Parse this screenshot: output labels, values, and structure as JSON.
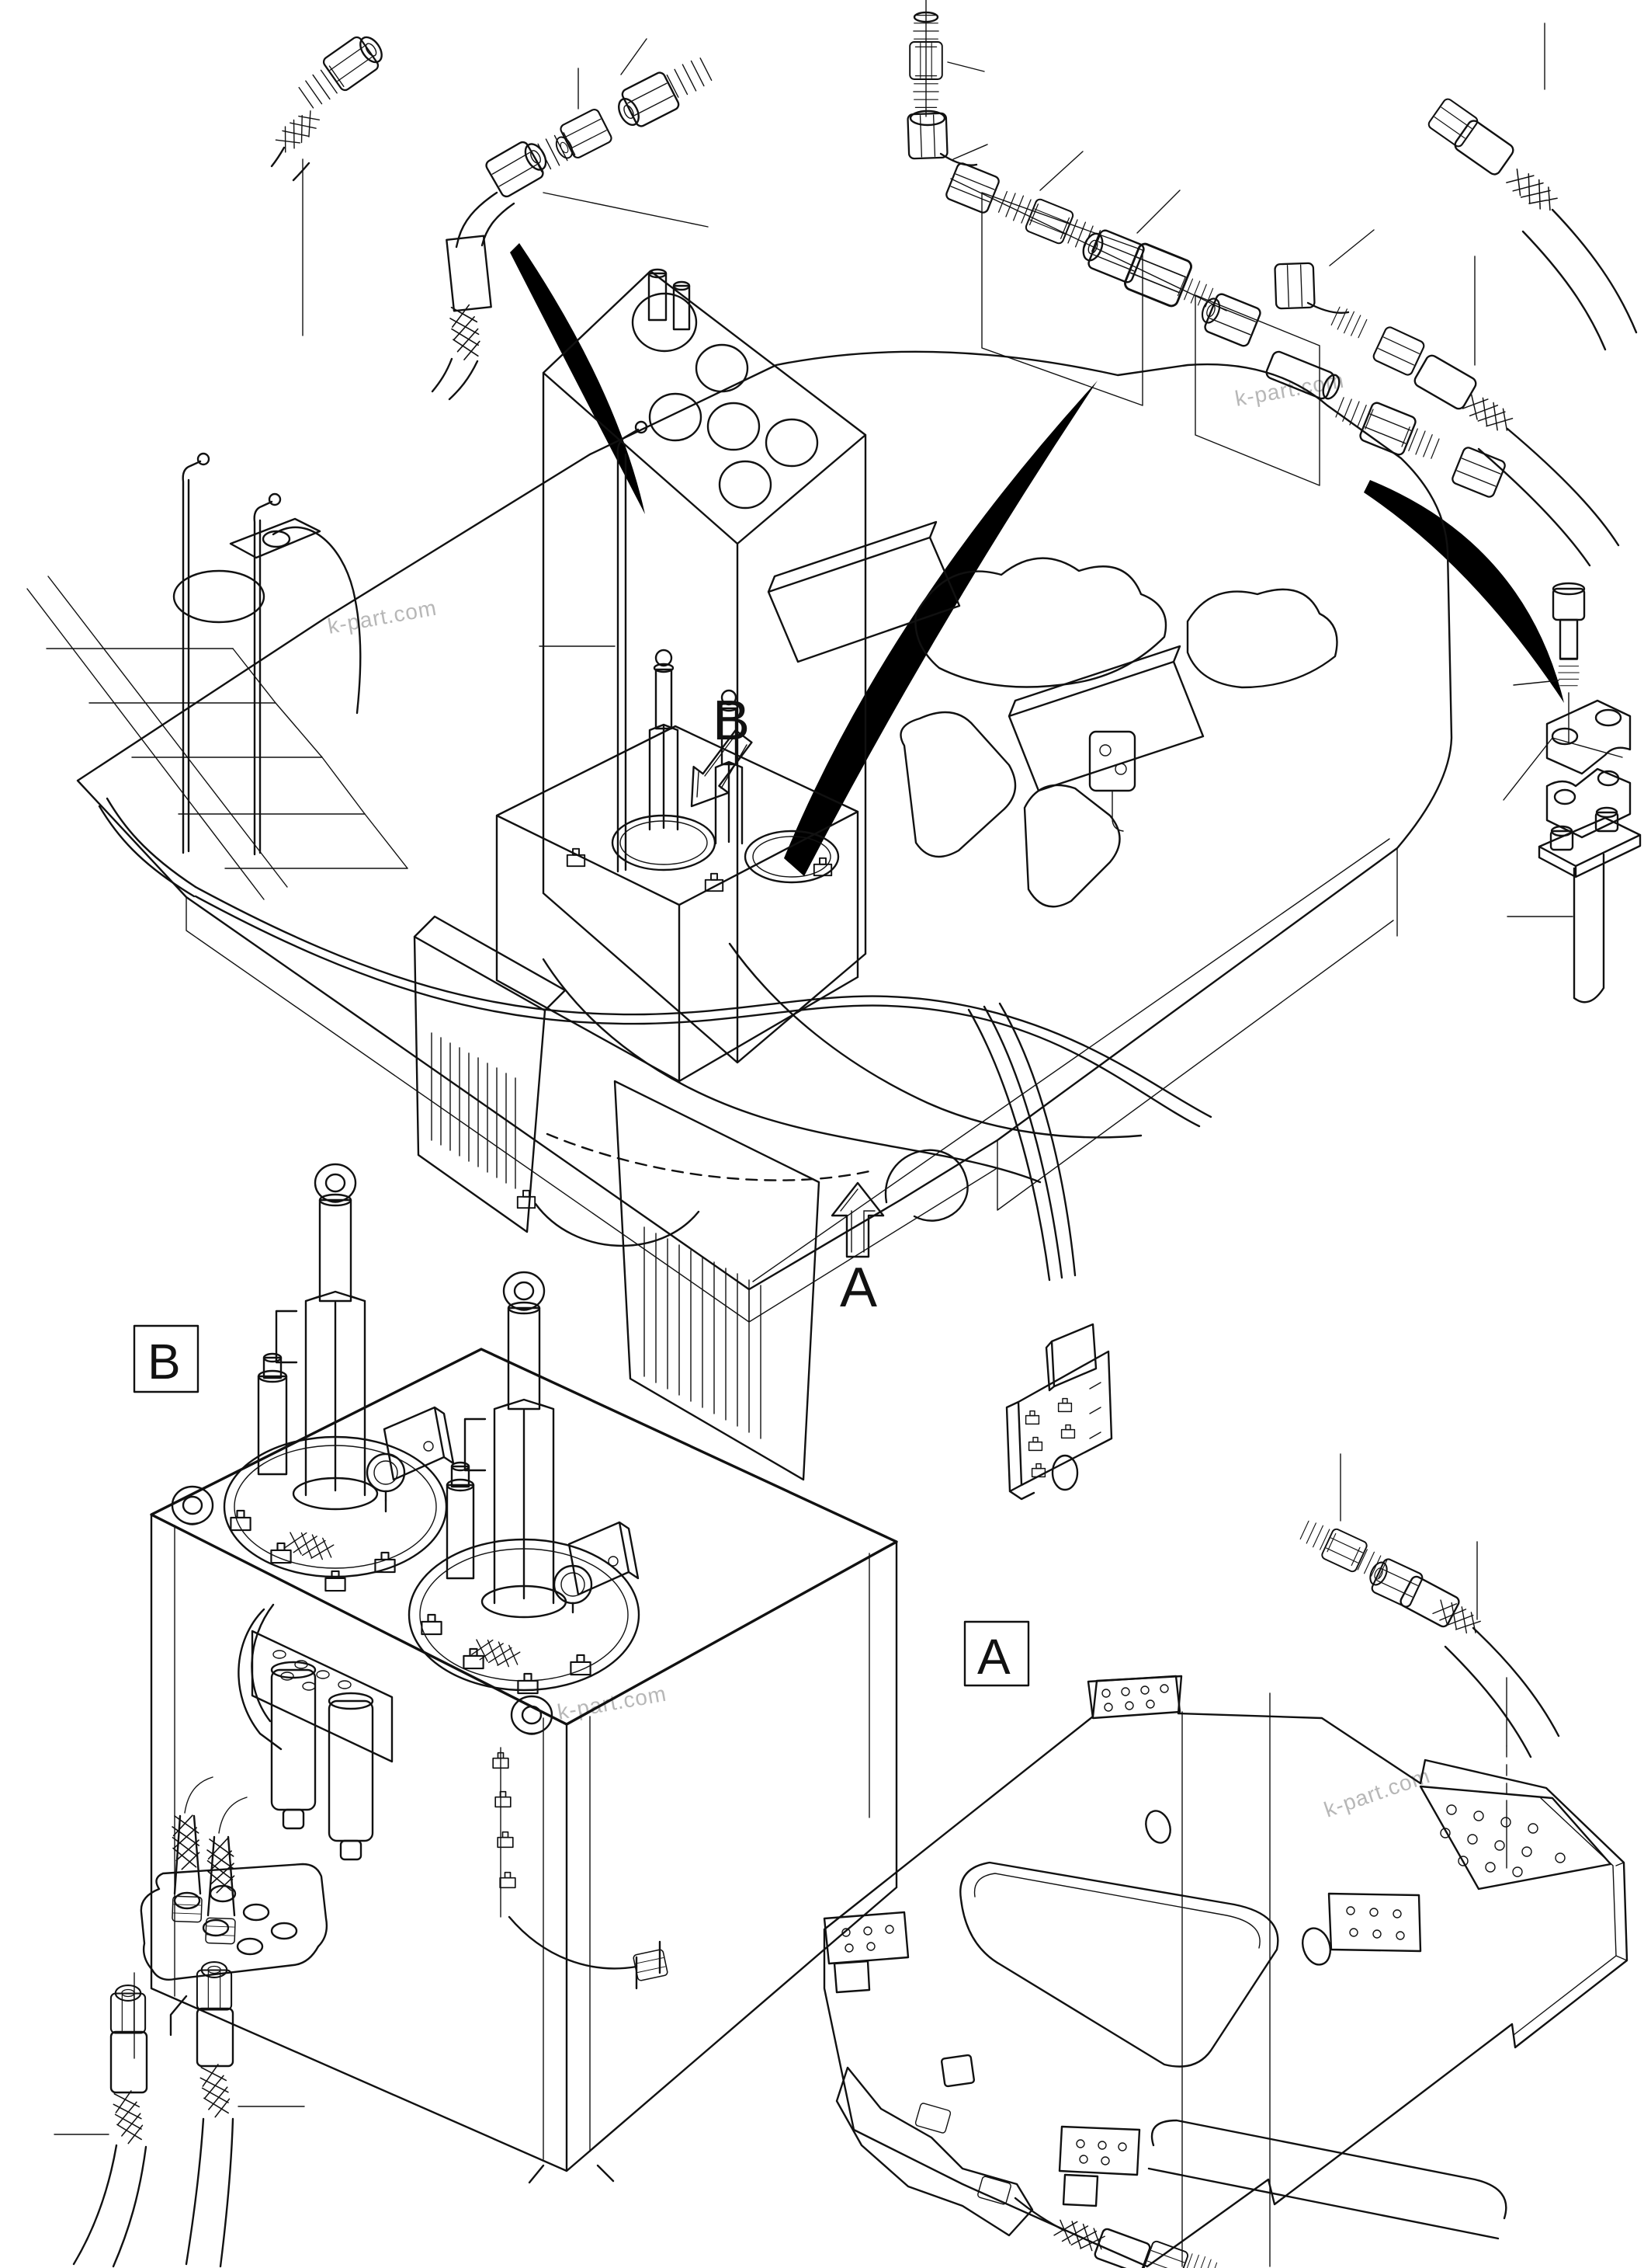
{
  "page": {
    "background": "#ffffff",
    "line_color": "#111111",
    "watermark_color": "#b7b7b7",
    "description": "Hydraulic piping parts diagram with detail views A and B"
  },
  "labels": {
    "detail_b_arrow": "B",
    "detail_a_arrow": "A",
    "view_b_box": "B",
    "view_a_box": "A"
  },
  "watermarks": [
    {
      "text": "k-part.com"
    },
    {
      "text": "k-part.com"
    },
    {
      "text": "k-part.com"
    },
    {
      "text": "k-part.com"
    }
  ]
}
